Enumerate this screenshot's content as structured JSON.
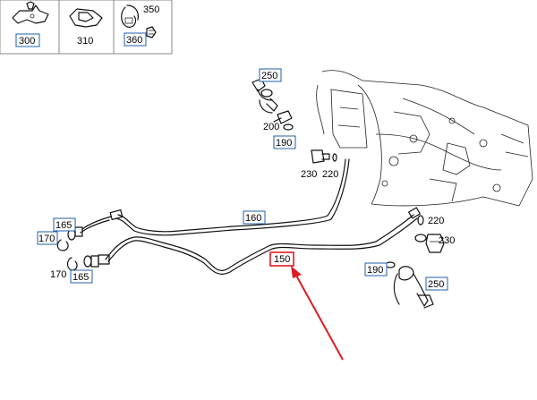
{
  "legend": {
    "cell1": {
      "parts": [
        "300"
      ]
    },
    "cell2": {
      "parts": [
        "310"
      ]
    },
    "cell3": {
      "parts": [
        "350",
        "360"
      ]
    }
  },
  "callouts": {
    "top_250": "250",
    "top_200": "200",
    "top_190": "190",
    "top_230": "230",
    "top_220": "220",
    "line_160": "160",
    "left_165a": "165",
    "left_170a": "170",
    "left_170b": "170",
    "left_165b": "165",
    "line_150": "150",
    "right_220": "220",
    "right_230": "230",
    "right_190": "190",
    "right_250": "250"
  },
  "highlight": {
    "part": "150",
    "color": "#e01b24"
  },
  "colors": {
    "box_border": "#1f5fa8",
    "highlight": "#e01b24",
    "line": "#111111"
  }
}
